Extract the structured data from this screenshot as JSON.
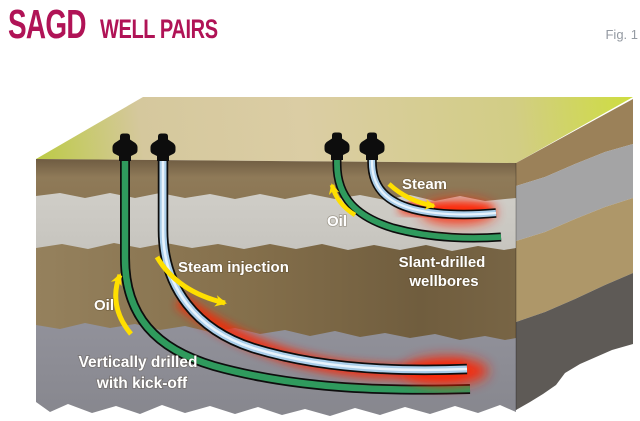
{
  "header": {
    "title_main": "SAGD",
    "title_sub": "WELL PAIRS",
    "figure_label": "Fig. 1"
  },
  "diagram": {
    "left_well_pair": {
      "steam_label": "Steam injection",
      "oil_label": "Oil",
      "caption_line1": "Vertically drilled",
      "caption_line2": "with kick-off"
    },
    "right_well_pair": {
      "steam_label": "Steam",
      "oil_label": "Oil",
      "caption_line1": "Slant-drilled",
      "caption_line2": "wellbores"
    },
    "icons": {
      "wellhead": "wellhead-pump-icon",
      "flow_arrow": "flow-arrow-icon"
    }
  },
  "colors": {
    "title": "#b01356",
    "figure_label": "#949aa2",
    "surface_green": "#c3d044",
    "surface_tan": "#dbcda4",
    "layer_overburden_brown": "#8d7856",
    "layer_cap_gray": "#c9c7c1",
    "layer_reservoir_brown": "#84704b",
    "layer_base_gray": "#8e8e95",
    "side_dark_gray": "#5e5a56",
    "oil_pipe_green": "#2f9a5d",
    "steam_pipe_blue": "#a9cde9",
    "steam_pipe_core": "#e8f3fc",
    "heat_glow_red": "#ff2400",
    "arrow_yellow": "#ffdf00",
    "wellhead_black": "#0d0d0d",
    "label_white": "#ffffff"
  }
}
